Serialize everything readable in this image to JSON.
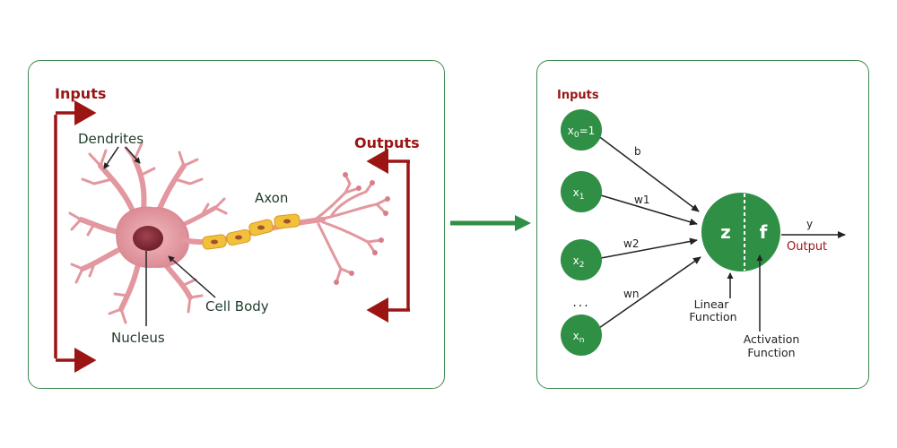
{
  "neuron": {
    "inputs_label": "Inputs",
    "outputs_label": "Outputs",
    "dendrites_label": "Dendrites",
    "axon_label": "Axon",
    "cell_body_label": "Cell Body",
    "nucleus_label": "Nucleus"
  },
  "perceptron": {
    "inputs_label": "Inputs",
    "nodes": {
      "x0": {
        "main": "x",
        "sub": "0",
        "suffix": "=1"
      },
      "x1": {
        "main": "x",
        "sub": "1"
      },
      "x2": {
        "main": "x",
        "sub": "2"
      },
      "xn": {
        "main": "x",
        "sub": "n"
      }
    },
    "ellipsis": "...",
    "weights": {
      "b": "b",
      "w1": "w1",
      "w2": "w2",
      "wn": "wn"
    },
    "z_label": "z",
    "f_label": "f",
    "y_label": "y",
    "output_label": "Output",
    "linear_line1": "Linear",
    "linear_line2": "Function",
    "activation_line1": "Activation",
    "activation_line2": "Function"
  },
  "colors": {
    "green": "#2f8f45",
    "dark_red": "#9b1515",
    "panel_border": "#3d8a4f",
    "neuron_pink": "#e7a1a8",
    "myelin_yellow": "#f2c13c"
  }
}
